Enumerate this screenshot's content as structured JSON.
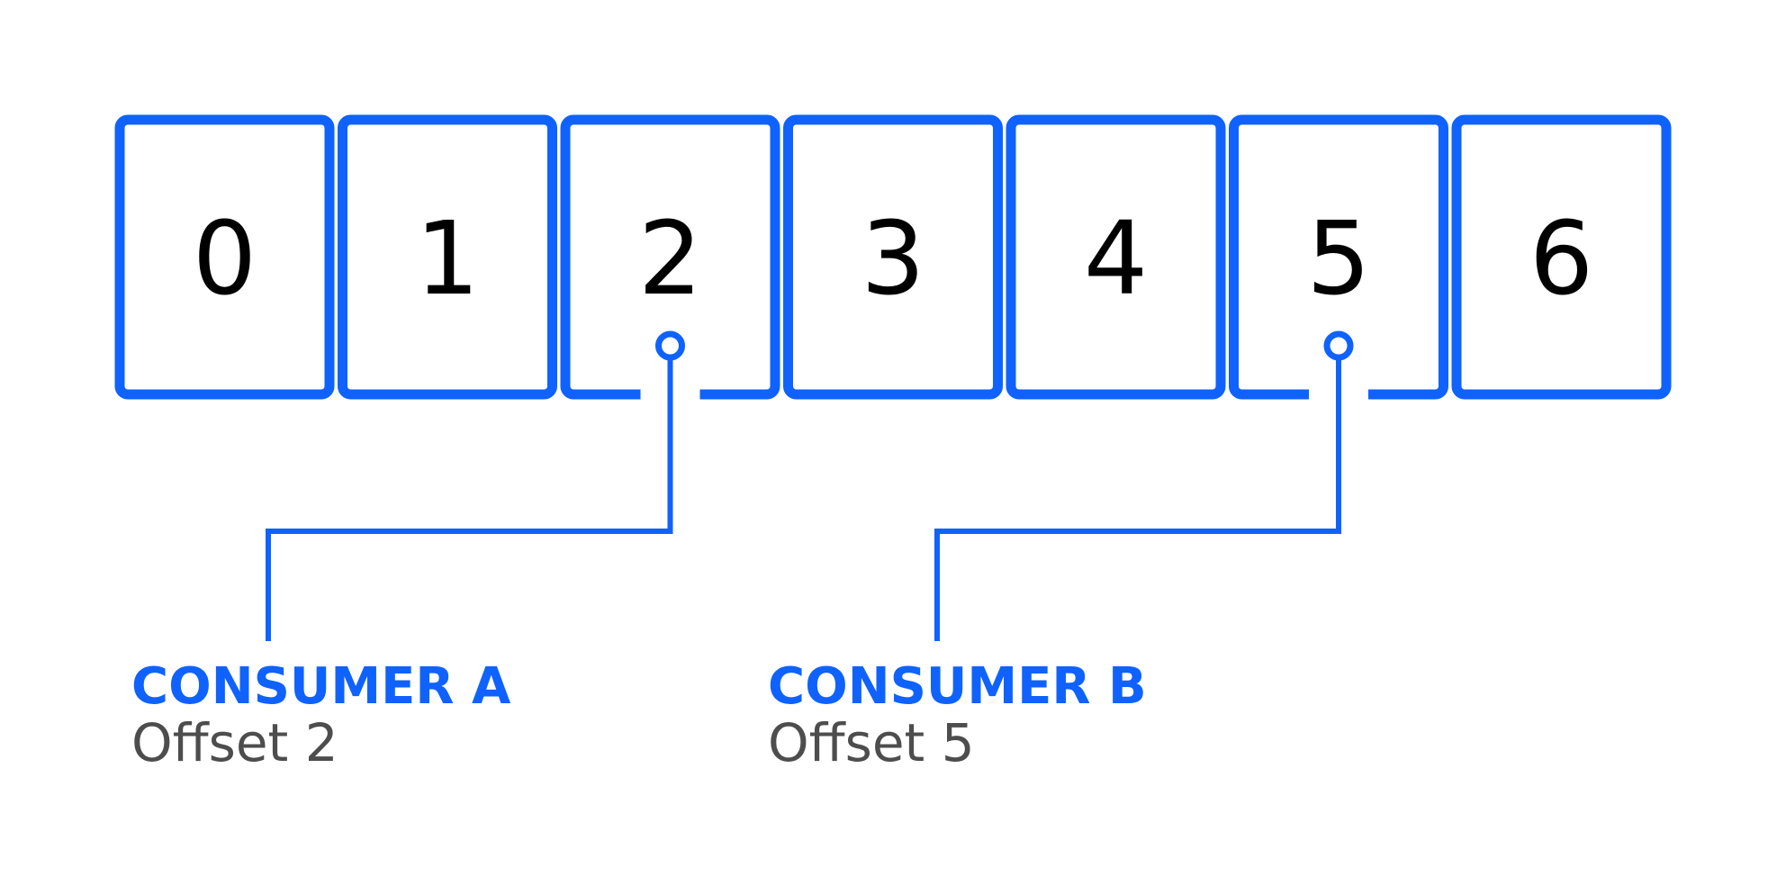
{
  "accent_color": "#0f62fe",
  "cells": [
    "0",
    "1",
    "2",
    "3",
    "4",
    "5",
    "6"
  ],
  "consumers": [
    {
      "name": "CONSUMER A",
      "offset_text": "Offset 2",
      "offset": 2
    },
    {
      "name": "CONSUMER B",
      "offset_text": "Offset 5",
      "offset": 5
    }
  ]
}
